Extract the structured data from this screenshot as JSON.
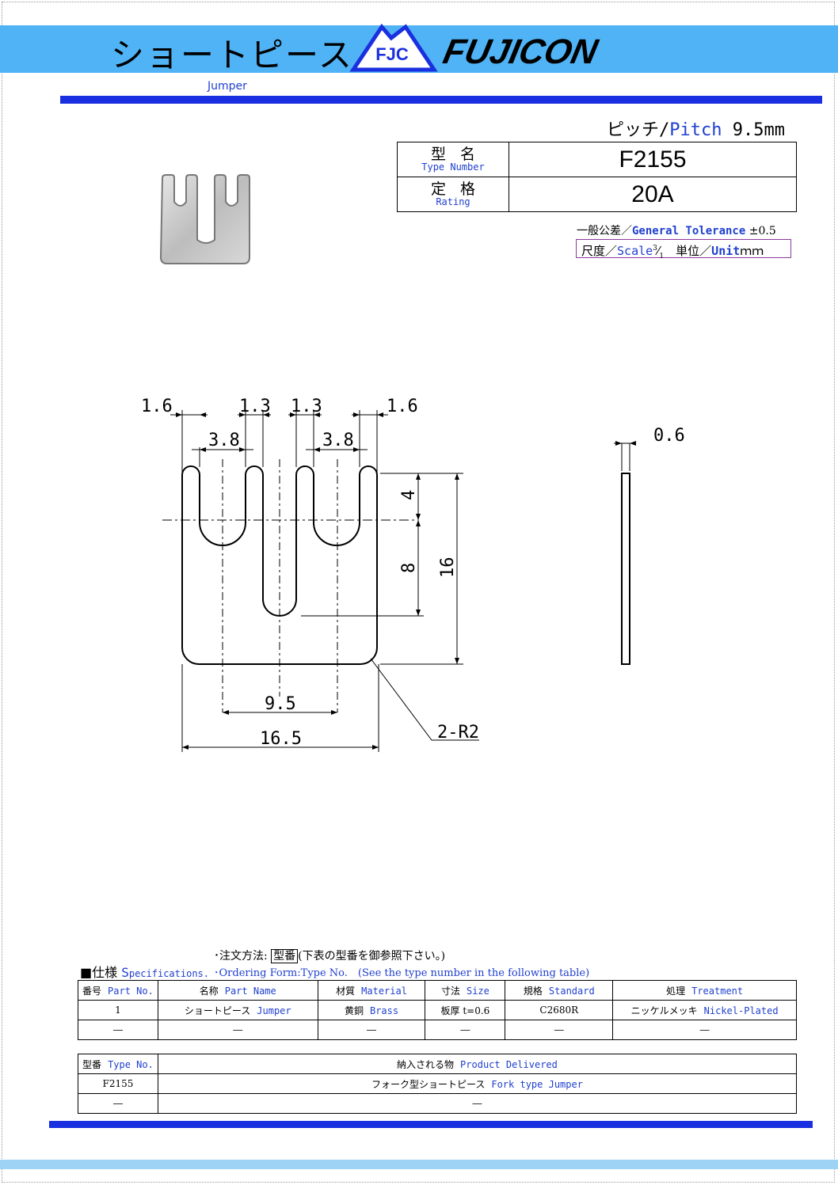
{
  "header": {
    "title_jp": "ショートピース",
    "logo_badge": "FJC",
    "logo_brand": "FUJICON",
    "subtitle": "Jumper"
  },
  "pitch": {
    "jp": "ピッチ/",
    "en": "Pitch",
    "value": " 9.5mm"
  },
  "type_box": {
    "type_label_jp": "型名",
    "type_label_en": "Type Number",
    "type_value": "F2155",
    "rating_label_jp": "定格",
    "rating_label_en": "Rating",
    "rating_value": "20A"
  },
  "tolerance": {
    "jp": "一般公差／",
    "en": "General Tolerance",
    "value": " ±0.5"
  },
  "scale": {
    "scale_jp": "尺度／",
    "scale_en": "Scale",
    "scale_num": "3",
    "scale_den": "1",
    "unit_jp": "　単位／",
    "unit_en": "Unit",
    "unit_value": "ｍｍ"
  },
  "dimensions": {
    "d1": "1.6",
    "d2": "1.3",
    "d3": "1.3",
    "d4": "1.6",
    "d5": "3.8",
    "d6": "3.8",
    "d7": "4",
    "d8": "8",
    "d9": "16",
    "d10": "9.5",
    "d11": "16.5",
    "d12": "2-R2",
    "d13": "0.6"
  },
  "colors": {
    "accent_blue": "#1a2fe0",
    "light_blue": "#4fb3f5",
    "text_blue": "#1f3fcf"
  },
  "ordering": {
    "line1_prefix": "･注文方法: ",
    "line1_boxed": "型番",
    "line1_suffix": "(下表の型番を御参照下さい。)",
    "line2": "･Ordering Form:Type No.　(See the type number in the following table)"
  },
  "spec_section": {
    "title_jp": "■仕様 ",
    "title_en_cap": "S",
    "title_en_rest": "pecifications."
  },
  "spec_table": {
    "headers": [
      {
        "jp": "番号",
        "en": "Part No."
      },
      {
        "jp": "名称",
        "en": "Part Name"
      },
      {
        "jp": "材質",
        "en": "Material"
      },
      {
        "jp": "寸法",
        "en": "Size"
      },
      {
        "jp": "規格",
        "en": "Standard"
      },
      {
        "jp": "処理",
        "en": "Treatment"
      }
    ],
    "rows": [
      [
        {
          "jp": "1",
          "en": ""
        },
        {
          "jp": "ショートピース",
          "en": "Jumper"
        },
        {
          "jp": "黄銅",
          "en": "Brass"
        },
        {
          "jp": "板厚 t=0.6",
          "en": ""
        },
        {
          "jp": "C2680R",
          "en": ""
        },
        {
          "jp": "ニッケルメッキ",
          "en": "Nickel-Plated"
        }
      ],
      [
        {
          "jp": "―",
          "en": ""
        },
        {
          "jp": "―",
          "en": ""
        },
        {
          "jp": "―",
          "en": ""
        },
        {
          "jp": "―",
          "en": ""
        },
        {
          "jp": "―",
          "en": ""
        },
        {
          "jp": "―",
          "en": ""
        }
      ]
    ]
  },
  "delivery_table": {
    "headers": [
      {
        "jp": "型番",
        "en": "Type No."
      },
      {
        "jp": "納入される物",
        "en": "Product Delivered"
      }
    ],
    "rows": [
      [
        {
          "jp": "F2155",
          "en": ""
        },
        {
          "jp": "フォーク型ショートピース",
          "en": "Fork type Jumper"
        }
      ],
      [
        {
          "jp": "―",
          "en": ""
        },
        {
          "jp": "―",
          "en": ""
        }
      ]
    ]
  }
}
